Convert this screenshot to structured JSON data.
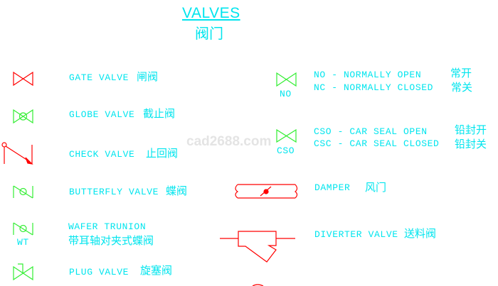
{
  "title": "VALVES",
  "title_zh": "阀门",
  "watermark": "cad2688.com",
  "colors": {
    "text": "#00e5ee",
    "red": "#ff0000",
    "green": "#33ee33"
  },
  "left": [
    {
      "label": "GATE VALVE",
      "zh": "闸阀",
      "icon": "gate-valve-icon"
    },
    {
      "label": "GLOBE VALVE",
      "zh": "截止阀",
      "icon": "globe-valve-icon"
    },
    {
      "label": "CHECK VALVE",
      "zh": "止回阀",
      "icon": "check-valve-icon"
    },
    {
      "label": "BUTTERFLY VALVE",
      "zh": "蝶阀",
      "icon": "butterfly-valve-icon"
    },
    {
      "label": "WAFER TRUNION",
      "zh": "带耳轴对夹式蝶阀",
      "tag": "WT",
      "icon": "wafer-trunion-valve-icon"
    },
    {
      "label": "PLUG VALVE",
      "zh": "旋塞阀",
      "icon": "plug-valve-icon"
    }
  ],
  "right": [
    {
      "tag": "NO",
      "line1": "NO - NORMALLY OPEN",
      "zh1": "常开",
      "line2": "NC - NORMALLY CLOSED",
      "zh2": "常关",
      "icon": "normally-open-valve-icon"
    },
    {
      "tag": "CSO",
      "line1": "CSO - CAR SEAL OPEN",
      "zh1": "铅封开",
      "line2": "CSC - CAR SEAL CLOSED",
      "zh2": "铅封关",
      "icon": "car-seal-valve-icon"
    },
    {
      "label": "DAMPER",
      "zh": "风门",
      "icon": "damper-icon"
    },
    {
      "label": "DIVERTER VALVE",
      "zh": "送料阀",
      "icon": "diverter-valve-icon"
    }
  ]
}
